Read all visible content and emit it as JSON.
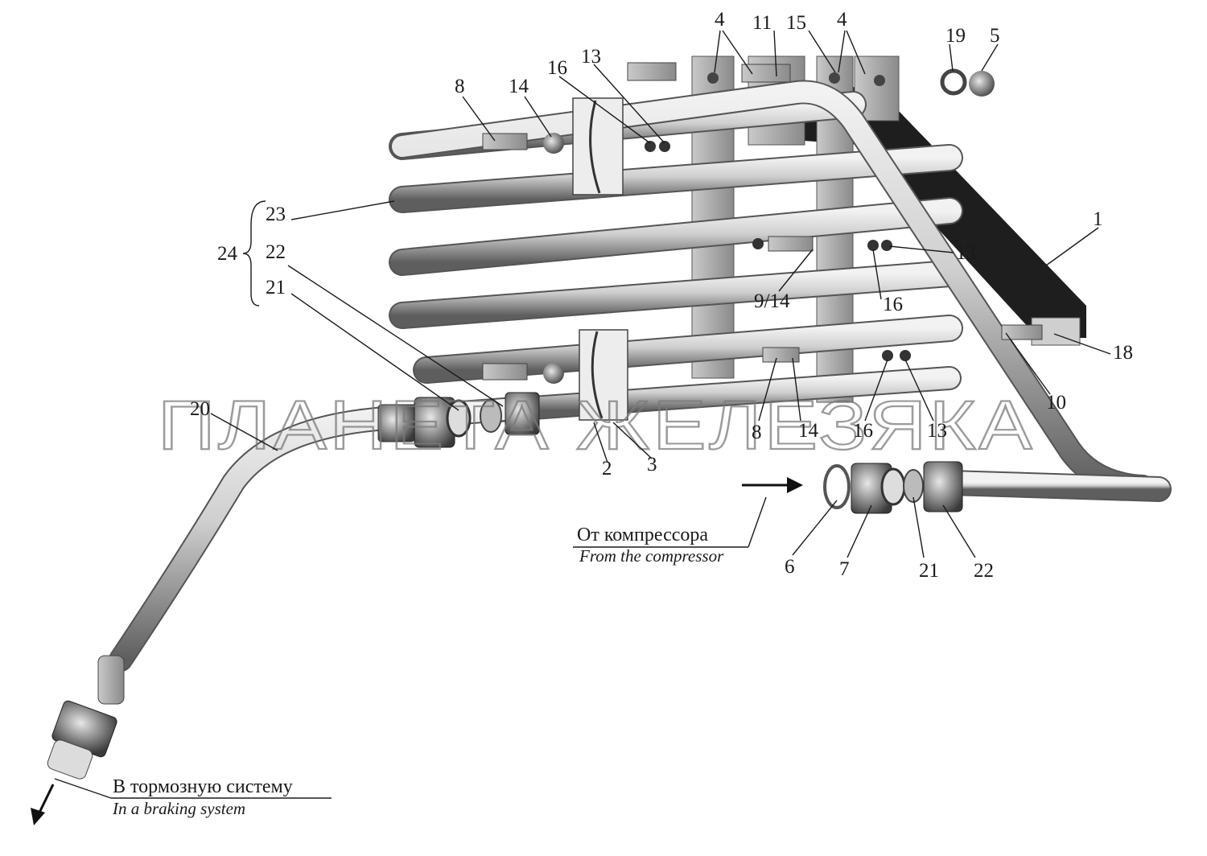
{
  "labels": {
    "p1": "1",
    "p2": "2",
    "p3": "3",
    "p4a": "4",
    "p4b": "4",
    "p5": "5",
    "p6": "6",
    "p7": "7",
    "p8a": "8",
    "p8b": "8",
    "p9_14": "9/14",
    "p10": "10",
    "p11": "11",
    "p13a": "13",
    "p13b": "13",
    "p13c": "13",
    "p14a": "14",
    "p14b": "14",
    "p15": "15",
    "p16a": "16",
    "p16b": "16",
    "p16c": "16",
    "p18": "18",
    "p19": "19",
    "p20": "20",
    "p21a": "21",
    "p21b": "21",
    "p22a": "22",
    "p22b": "22",
    "p23": "23",
    "p24": "24"
  },
  "captions": {
    "from_ru": "От компрессора",
    "from_en": "From the compressor",
    "to_ru": "В тормозную систему",
    "to_en": "In a braking system"
  },
  "watermark": "ПЛАНЕТА ЖЕЛЕЗЯКА",
  "colors": {
    "tube_light": "#e6e6e6",
    "tube_dark": "#6e6e6e",
    "bracket_dark": "#1e1e1e",
    "ink": "#1a1a1a"
  }
}
